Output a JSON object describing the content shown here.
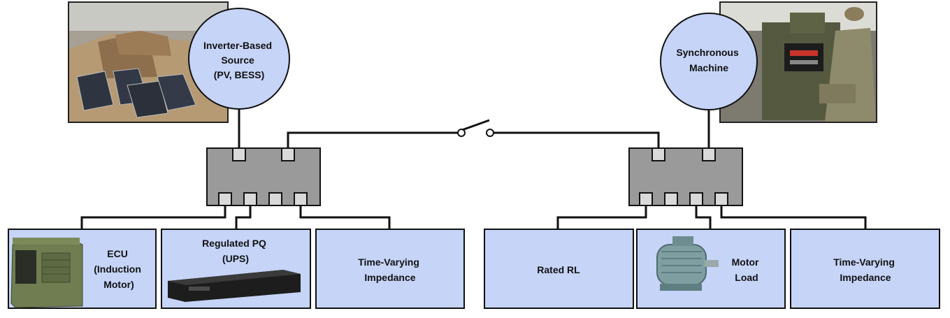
{
  "sources": {
    "left": {
      "label_lines": [
        "Inverter-Based",
        "Source",
        "(PV, BESS)"
      ],
      "photo": "solar-panels-photo"
    },
    "right": {
      "label_lines": [
        "Synchronous",
        "Machine"
      ],
      "photo": "generator-soldier-photo"
    }
  },
  "switch": {
    "state": "open"
  },
  "loads": [
    {
      "label_lines": [
        "ECU",
        "(Induction",
        "Motor)"
      ],
      "image": "ecu-unit-image"
    },
    {
      "label_lines": [
        "Regulated PQ",
        "(UPS)"
      ],
      "image": "ups-rack-image"
    },
    {
      "label_lines": [
        "Time-Varying",
        "Impedance"
      ]
    },
    {
      "label_lines": [
        "Rated RL"
      ]
    },
    {
      "label_lines": [
        "Motor",
        "Load"
      ],
      "image": "electric-motor-image"
    },
    {
      "label_lines": [
        "Time-Varying",
        "Impedance"
      ]
    }
  ],
  "colors": {
    "box_fill": "#c5d4f7",
    "bus_fill": "#9a9a9a",
    "port_fill": "#d9d9d9",
    "stroke": "#111111"
  }
}
